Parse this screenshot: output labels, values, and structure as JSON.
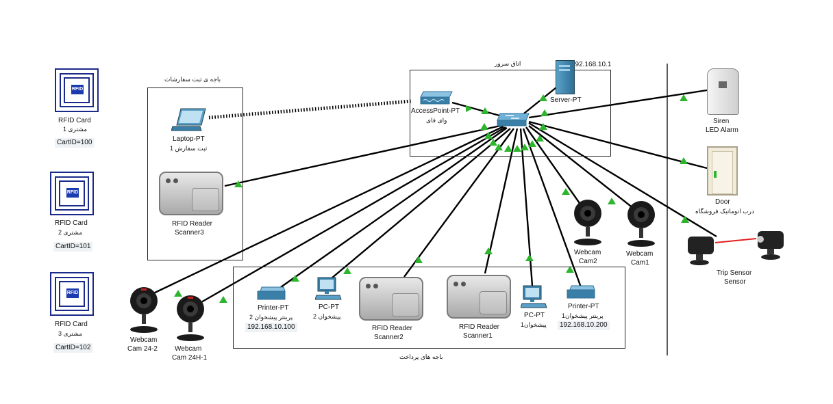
{
  "areas": {
    "server_room": "اتاق سرور",
    "order_booth": "باجه ی ثبت سفارشات",
    "payment_booths": "باجه های پرداخت"
  },
  "cards": [
    {
      "icon": "rfid-card-icon",
      "chip": "RFID",
      "name": "RFID Card",
      "owner": "مشتری 1",
      "id": "CartID=100"
    },
    {
      "icon": "rfid-card-icon",
      "chip": "RFID",
      "name": "RFID Card",
      "owner": "مشتری 2",
      "id": "CartID=101"
    },
    {
      "icon": "rfid-card-icon",
      "chip": "RFID",
      "name": "RFID Card",
      "owner": "مشتری 3",
      "id": "CartID=102"
    }
  ],
  "server": {
    "ip": "192.168.10.1",
    "name": "Server-PT"
  },
  "access_point": {
    "name": "AccessPoint-PT",
    "sub": "وای فای"
  },
  "laptop": {
    "name": "Laptop-PT",
    "sub": "ثبت سفارش 1"
  },
  "scanner3": {
    "name": "RFID Reader",
    "sub": "Scanner3"
  },
  "siren": {
    "name": "Siren",
    "sub": "LED Alarm"
  },
  "door": {
    "name": "Door",
    "sub": "درب اتوماتیک فروشگاه"
  },
  "trip_sensor": {
    "name": "Trip Sensor",
    "sub": "Sensor"
  },
  "webcam_cam2": {
    "name": "Webcam",
    "sub": "Cam2"
  },
  "webcam_cam1": {
    "name": "Webcam",
    "sub": "Cam1"
  },
  "webcam_24_2": {
    "name": "Webcam",
    "sub": "Cam 24-2"
  },
  "webcam_24h_1": {
    "name": "Webcam",
    "sub": "Cam 24H-1"
  },
  "printer2": {
    "name": "Printer-PT",
    "sub": "پرینتر پیشخوان 2",
    "ip": "192.168.10.100"
  },
  "pc2": {
    "name": "PC-PT",
    "sub": "پیشخوان 2"
  },
  "scanner2": {
    "name": "RFID Reader",
    "sub": "Scanner2"
  },
  "scanner1": {
    "name": "RFID Reader",
    "sub": "Scanner1"
  },
  "pc1": {
    "name": "PC-PT",
    "sub": "پیشخوان1"
  },
  "printer1": {
    "name": "Printer-PT",
    "sub": "پرینتر پیشخوان1",
    "ip": "192.168.10.200"
  },
  "colors": {
    "link": "#000000",
    "link_up": "#2db52d",
    "device_blue": "#3a7fa8",
    "card_blue": "#1a2a8a",
    "laser": "#e02020"
  }
}
